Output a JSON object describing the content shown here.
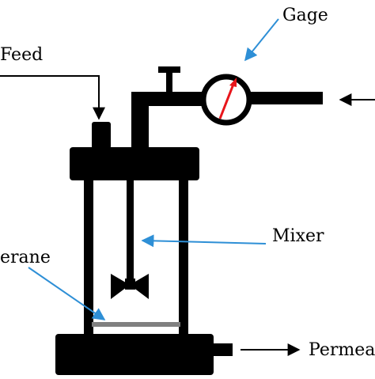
{
  "diagram": {
    "labels": {
      "feed": "Feed",
      "gage": "Gage",
      "mixer": "Mixer",
      "membrane": "erane",
      "permeate": "Permea"
    },
    "colors": {
      "body": "#000000",
      "inner_arrow": "#2e8fd6",
      "gage_needle": "#e8151b",
      "membrane": "#808080",
      "background": "#ffffff"
    }
  }
}
